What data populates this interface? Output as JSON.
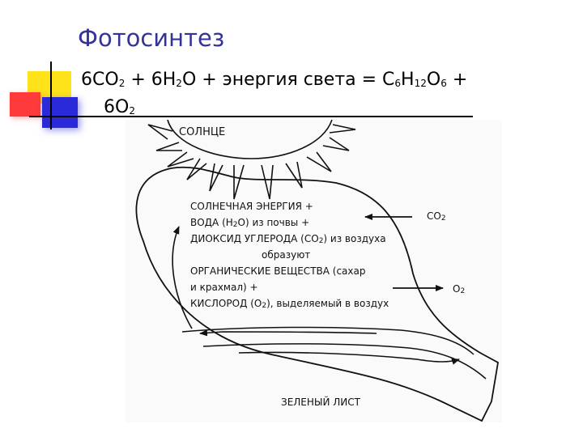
{
  "title": "Фотосинтез",
  "formula": {
    "p1": "6CO",
    "s1": "2",
    "p2": " + 6H",
    "s2": "2",
    "p3": "O + энергия света = C",
    "s3": "6",
    "p4": "H",
    "s4": "12",
    "p5": "O",
    "s5": "6",
    "p6": " +",
    "p7": "6O",
    "s7": "2"
  },
  "diagram": {
    "sun_label": "СОЛНЦЕ",
    "line1": "СОЛНЕЧНАЯ ЭНЕРГИЯ +",
    "line2a": "ВОДА (H",
    "line2s": "2",
    "line2b": "O) из почвы +",
    "line3a": "ДИОКСИД УГЛЕРОДА (CO",
    "line3s": "2",
    "line3b": ") из воздуха",
    "line4": "образуют",
    "line5": "ОРГАНИЧЕСКИЕ ВЕЩЕСТВА (сахар",
    "line6": "и крахмал) +",
    "line7a": "КИСЛОРОД (O",
    "line7s": "2",
    "line7b": "), выделяемый в воздух",
    "co2_a": "CO",
    "co2_s": "2",
    "o2_a": "O",
    "o2_s": "2",
    "leaf_label": "ЗЕЛЕНЫЙ ЛИСТ"
  },
  "colors": {
    "title": "#33339a",
    "deco_yellow": "#ffe31a",
    "deco_red": "#ff3a3a",
    "deco_blue": "#2a2ad8"
  }
}
